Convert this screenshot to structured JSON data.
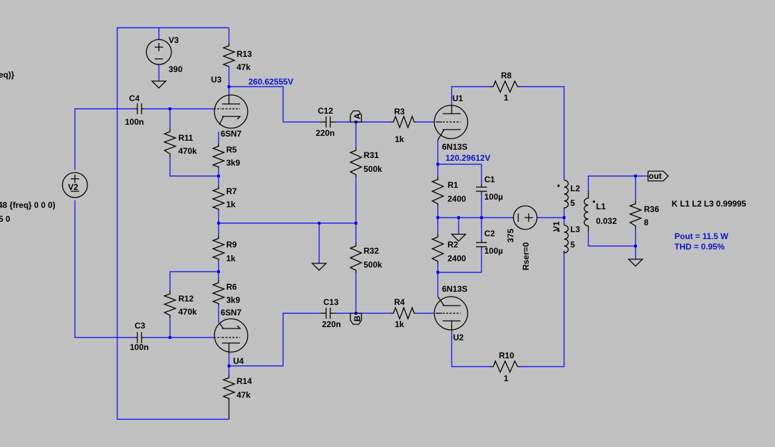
{
  "components": {
    "V3": {
      "name": "V3",
      "value": "390"
    },
    "V2": {
      "name": "V2"
    },
    "V1": {
      "name": "V1",
      "value": "375",
      "extra": "Rser=0"
    },
    "R13": {
      "name": "R13",
      "value": "47k"
    },
    "R14": {
      "name": "R14",
      "value": "47k"
    },
    "R11": {
      "name": "R11",
      "value": "470k"
    },
    "R12": {
      "name": "R12",
      "value": "470k"
    },
    "R5": {
      "name": "R5",
      "value": "3k9"
    },
    "R6": {
      "name": "R6",
      "value": "3k9"
    },
    "R7": {
      "name": "R7",
      "value": "1k"
    },
    "R9": {
      "name": "R9",
      "value": "1k"
    },
    "R31": {
      "name": "R31",
      "value": "500k"
    },
    "R32": {
      "name": "R32",
      "value": "500k"
    },
    "R3": {
      "name": "R3",
      "value": "1k"
    },
    "R4": {
      "name": "R4",
      "value": "1k"
    },
    "R1": {
      "name": "R1",
      "value": "2400"
    },
    "R2": {
      "name": "R2",
      "value": "2400"
    },
    "R8": {
      "name": "R8",
      "value": "1"
    },
    "R10": {
      "name": "R10",
      "value": "1"
    },
    "R36": {
      "name": "R36",
      "value": "8"
    },
    "C4": {
      "name": "C4",
      "value": "100n"
    },
    "C3": {
      "name": "C3",
      "value": "100n"
    },
    "C12": {
      "name": "C12",
      "value": "220n"
    },
    "C13": {
      "name": "C13",
      "value": "220n"
    },
    "C1": {
      "name": "C1",
      "value": "100µ"
    },
    "C2": {
      "name": "C2",
      "value": "100µ"
    },
    "U3": {
      "name": "U3",
      "value": "6SN7"
    },
    "U4": {
      "name": "U4",
      "value": "6SN7"
    },
    "U1": {
      "name": "U1",
      "value": "6N13S"
    },
    "U2": {
      "name": "U2",
      "value": "6N13S"
    },
    "L1": {
      "name": "L1",
      "value": "0.032"
    },
    "L2": {
      "name": "L2",
      "value": "5"
    },
    "L3": {
      "name": "L3",
      "value": "5"
    }
  },
  "net_labels": {
    "A": "A",
    "B": "B",
    "out": "out"
  },
  "voltages": {
    "u3_plate": "260.62555V",
    "cathode": "120.29612V"
  },
  "directives": {
    "left_1": "eq)}",
    "left_2": "48 {freq} 0 0 0)",
    "left_3": "5 0",
    "coupling": "K L1 L2 L3 0.99995",
    "pout": "Pout = 11.5 W",
    "thd": "THD = 0.95%"
  },
  "colors": {
    "background": "#c0c0c0",
    "wire": "#0000ff",
    "component": "#000000",
    "annotation": "#0a14c8"
  }
}
